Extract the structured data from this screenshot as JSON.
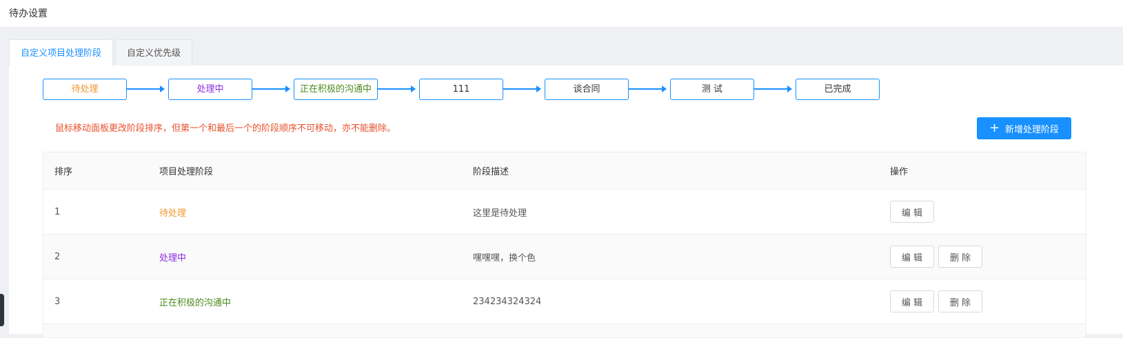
{
  "header": {
    "title": "待办设置"
  },
  "tabs": [
    {
      "label": "自定义项目处理阶段",
      "active": true
    },
    {
      "label": "自定义优先级",
      "active": false
    }
  ],
  "flow": {
    "stages": [
      {
        "label": "待处理",
        "color": "#f0962e"
      },
      {
        "label": "处理中",
        "color": "#8a2be2"
      },
      {
        "label": "正在积极的沟通中",
        "color": "#4a8a1c"
      },
      {
        "label": "111",
        "color": "#333333"
      },
      {
        "label": "谈合同",
        "color": "#333333"
      },
      {
        "label": "测 试",
        "color": "#333333"
      },
      {
        "label": "已完成",
        "color": "#333333"
      }
    ],
    "border_color": "#1890ff"
  },
  "hint": "鼠标移动面板更改阶段排序，但第一个和最后一个的阶段顺序不可移动，亦不能删除。",
  "add_button": {
    "label": "新增处理阶段",
    "color": "#1890ff"
  },
  "table": {
    "columns": [
      "排序",
      "项目处理阶段",
      "阶段描述",
      "操作"
    ],
    "rows": [
      {
        "order": "1",
        "stage": "待处理",
        "stage_color": "#f0962e",
        "desc": "这里是待处理",
        "actions": [
          "编 辑"
        ]
      },
      {
        "order": "2",
        "stage": "处理中",
        "stage_color": "#8a2be2",
        "desc": "嘿嘿嘿，换个色",
        "actions": [
          "编 辑",
          "删 除"
        ]
      },
      {
        "order": "3",
        "stage": "正在积极的沟通中",
        "stage_color": "#4a8a1c",
        "desc": "234234324324",
        "actions": [
          "编 辑",
          "删 除"
        ]
      }
    ]
  }
}
